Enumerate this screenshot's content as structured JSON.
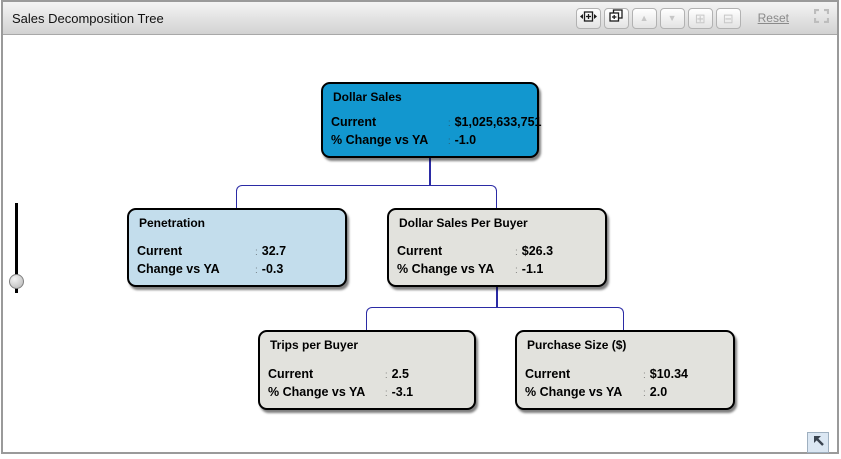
{
  "header": {
    "title": "Sales Decomposition Tree",
    "reset_label": "Reset",
    "toolbar": {
      "buttons": [
        {
          "name": "fit-width",
          "icon": "fit-width-icon",
          "enabled": true
        },
        {
          "name": "cascade",
          "icon": "cascade-icon",
          "enabled": true
        },
        {
          "name": "move-up",
          "icon": "triangle-up-icon",
          "glyph": "▲",
          "enabled": false
        },
        {
          "name": "move-down",
          "icon": "triangle-down-icon",
          "glyph": "▼",
          "enabled": false
        },
        {
          "name": "zoom-in",
          "icon": "plus-box-icon",
          "glyph": "⊞",
          "enabled": false
        },
        {
          "name": "zoom-out",
          "icon": "minus-box-icon",
          "glyph": "⊟",
          "enabled": false
        }
      ],
      "expand_icon": "expand-corners-icon"
    }
  },
  "separator": ":",
  "tree": {
    "connector_color": "#2b2ba5",
    "nodes": [
      {
        "id": "dollar-sales",
        "title": "Dollar Sales",
        "fill": "#1297cf",
        "rows": [
          {
            "label": "Current",
            "value": "$1,025,633,751"
          },
          {
            "label": "% Change vs YA",
            "value": "-1.0"
          }
        ]
      },
      {
        "id": "penetration",
        "title": "Penetration",
        "fill": "#c3ddec",
        "rows": [
          {
            "label": "Current",
            "value": "32.7"
          },
          {
            "label": "Change vs YA",
            "value": "-0.3"
          }
        ]
      },
      {
        "id": "dollar-sales-per-buyer",
        "title": "Dollar Sales Per Buyer",
        "fill": "#e2e2dd",
        "rows": [
          {
            "label": "Current",
            "value": "$26.3"
          },
          {
            "label": "% Change vs YA",
            "value": "-1.1"
          }
        ]
      },
      {
        "id": "trips-per-buyer",
        "title": "Trips per Buyer",
        "fill": "#e2e2dd",
        "rows": [
          {
            "label": "Current",
            "value": "2.5"
          },
          {
            "label": "% Change vs YA",
            "value": "-3.1"
          }
        ]
      },
      {
        "id": "purchase-size",
        "title": "Purchase Size ($)",
        "fill": "#e2e2dd",
        "rows": [
          {
            "label": "Current",
            "value": "$10.34"
          },
          {
            "label": "% Change vs YA",
            "value": "2.0"
          }
        ]
      }
    ]
  }
}
